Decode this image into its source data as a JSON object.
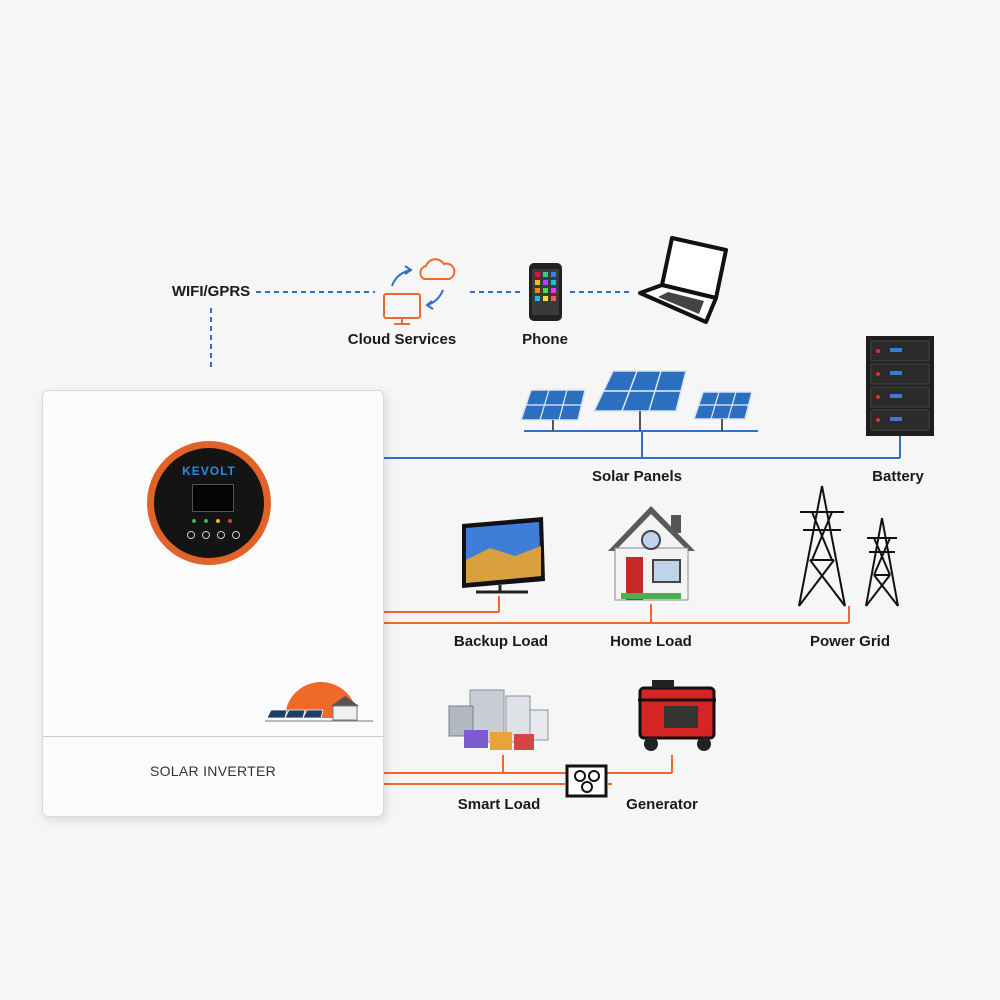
{
  "labels": {
    "wifi": "WIFI/GPRS",
    "cloud_services": "Cloud Services",
    "phone": "Phone",
    "solar_panels": "Solar Panels",
    "battery": "Battery",
    "backup_load": "Backup Load",
    "home_load": "Home Load",
    "power_grid": "Power Grid",
    "smart_load": "Smart Load",
    "generator": "Generator"
  },
  "inverter": {
    "brand": "KEVOLT",
    "name": "SOLAR INVERTER"
  },
  "colors": {
    "comm_line": "#2f6fc9",
    "dc_line": "#2f6fc9",
    "ac_line": "#ef6a2a",
    "accent_orange": "#e2632a",
    "brand_blue": "#2b8be0"
  },
  "icons": [
    "cloud-icon",
    "monitor-icon",
    "phone-icon",
    "laptop-icon",
    "solar-panel-icon",
    "battery-rack-icon",
    "tv-icon",
    "house-icon",
    "pylon-icon",
    "appliances-icon",
    "generator-icon",
    "switch-icon"
  ]
}
